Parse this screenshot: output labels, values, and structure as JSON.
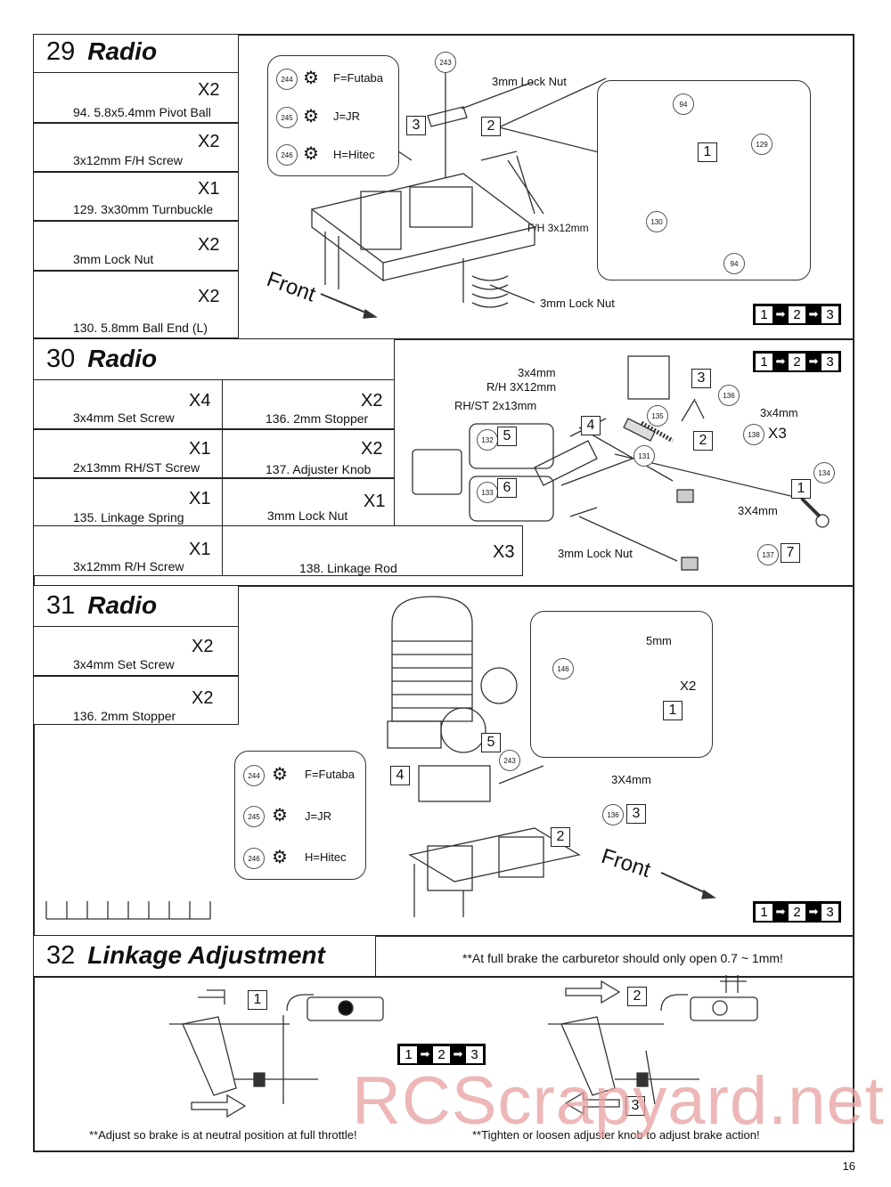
{
  "sections": [
    {
      "number": "29",
      "name": "Radio",
      "parts": [
        {
          "qty": "X2",
          "label": "94.   5.8x5.4mm Pivot Ball"
        },
        {
          "qty": "X2",
          "label": "3x12mm F/H Screw"
        },
        {
          "qty": "X1",
          "label": "129.   3x30mm Turnbuckle"
        },
        {
          "qty": "X2",
          "label": "3mm Lock Nut"
        },
        {
          "qty": "X2",
          "label": "130.   5.8mm Ball End (L)"
        }
      ],
      "servo_horns": [
        {
          "ref": "244",
          "label": "F=Futaba"
        },
        {
          "ref": "245",
          "label": "J=JR"
        },
        {
          "ref": "246",
          "label": "H=Hitec"
        }
      ],
      "callouts": {
        "lock_nut_top": "3mm Lock Nut",
        "lock_nut_bottom": "3mm Lock Nut",
        "fh_screw": "F/H 3x12mm",
        "front": "Front",
        "ref_243": "243",
        "ref_94a": "94",
        "ref_94b": "94",
        "ref_129": "129",
        "ref_130": "130"
      },
      "steps": [
        "3",
        "2",
        "1"
      ],
      "sequence": [
        "1",
        "2",
        "3"
      ]
    },
    {
      "number": "30",
      "name": "Radio",
      "parts": [
        {
          "qty": "X4",
          "label": "3x4mm Set Screw"
        },
        {
          "qty": "X2",
          "label": "136.   2mm Stopper"
        },
        {
          "qty": "X1",
          "label": "2x13mm RH/ST Screw"
        },
        {
          "qty": "X2",
          "label": "137.   Adjuster Knob"
        },
        {
          "qty": "X1",
          "label": "135.   Linkage Spring"
        },
        {
          "qty": "X1",
          "label": "3mm Lock Nut"
        },
        {
          "qty": "X1",
          "label": "3x12mm R/H Screw"
        },
        {
          "qty": "X3",
          "label": "138.     Linkage Rod"
        }
      ],
      "callouts": {
        "setscrew": "3x4mm",
        "rh_screw": "R/H 3X12mm",
        "rhst_screw": "RH/ST 2x13mm",
        "setscrew_r": "3x4mm",
        "x3": "X3",
        "setscrew_b": "3X4mm",
        "lock_nut": "3mm Lock Nut",
        "ref_131": "131",
        "ref_132": "132",
        "ref_133": "133",
        "ref_134": "134",
        "ref_135": "135",
        "ref_136": "136",
        "ref_137": "137",
        "ref_138": "138"
      },
      "steps": [
        "3",
        "4",
        "2",
        "5",
        "6",
        "1",
        "7"
      ],
      "sequence": [
        "1",
        "2",
        "3"
      ]
    },
    {
      "number": "31",
      "name": "Radio",
      "parts": [
        {
          "qty": "X2",
          "label": "3x4mm Set Screw"
        },
        {
          "qty": "X2",
          "label": "136.   2mm Stopper"
        }
      ],
      "servo_horns": [
        {
          "ref": "244",
          "label": "F=Futaba"
        },
        {
          "ref": "245",
          "label": "J=JR"
        },
        {
          "ref": "246",
          "label": "H=Hitec"
        }
      ],
      "callouts": {
        "bend": "5mm",
        "x2": "X2",
        "setscrew": "3X4mm",
        "front": "Front",
        "ref_146": "146",
        "ref_243": "243",
        "ref_136": "136"
      },
      "steps": [
        "1",
        "5",
        "4",
        "3",
        "2"
      ],
      "sequence": [
        "1",
        "2",
        "3"
      ]
    },
    {
      "number": "32",
      "name": "Linkage Adjustment",
      "notes": {
        "top": "**At full brake the carburetor should only open 0.7 ~ 1mm!",
        "left": "**Adjust so brake is at neutral position at full throttle!",
        "right": "**Tighten or loosen adjuster knob to adjust brake action!"
      },
      "steps": [
        "1",
        "2",
        "3"
      ],
      "sequence": [
        "1",
        "2",
        "3"
      ]
    }
  ],
  "watermark": "RCScrapyard.net",
  "page_number": "16"
}
